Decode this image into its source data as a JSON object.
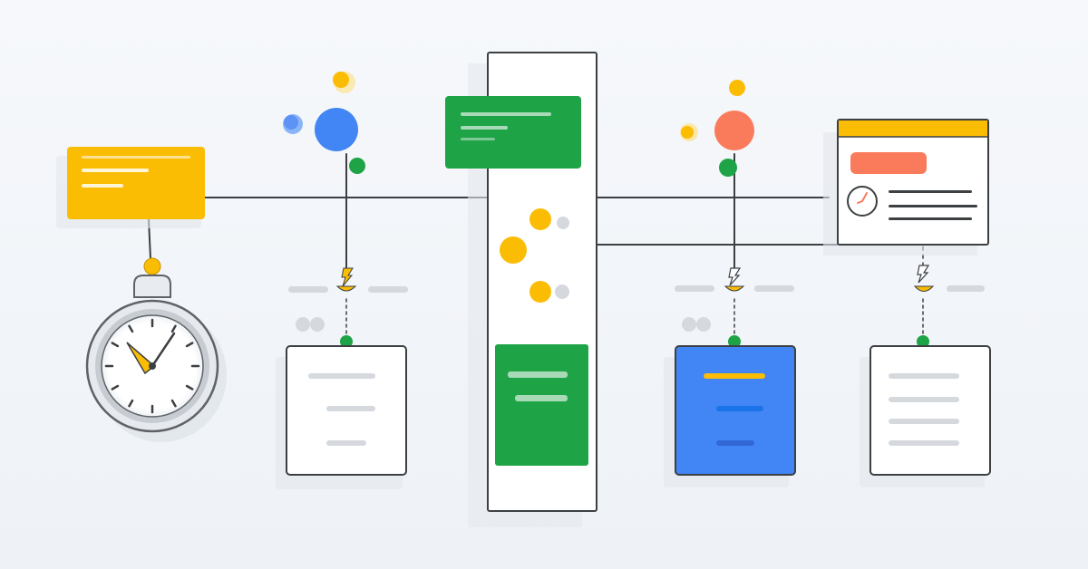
{
  "colors": {
    "background_top": "#f6f8fb",
    "background_bottom": "#eef2f7",
    "connector": "#3c4043",
    "yellow": "#fbbc04",
    "yellow_light": "#fde293",
    "green": "#1ea446",
    "blue": "#4285f4",
    "blue_light": "#8ab4f8",
    "red": "#fa7b5c",
    "gray_placeholder": "#d5d9de",
    "white": "#ffffff"
  },
  "icons": [
    "stopwatch-icon",
    "mini-clock-icon",
    "lightning-trigger-icon"
  ],
  "nodes": [
    {
      "id": "trigger-card",
      "kind": "card",
      "color": "yellow",
      "text_lines": 3
    },
    {
      "id": "stopwatch",
      "kind": "icon",
      "icon": "stopwatch-icon"
    },
    {
      "id": "doc-step-1",
      "kind": "document",
      "color": "white",
      "text_lines": 3
    },
    {
      "id": "central-column",
      "kind": "panel",
      "color": "white"
    },
    {
      "id": "central-top-card",
      "kind": "card",
      "color": "green",
      "text_lines": 3
    },
    {
      "id": "central-bottom-card",
      "kind": "card",
      "color": "green",
      "text_lines": 2
    },
    {
      "id": "doc-step-3",
      "kind": "document",
      "color": "blue",
      "text_lines": 3
    },
    {
      "id": "schedule-window",
      "kind": "window",
      "color": "white",
      "icon": "mini-clock-icon"
    },
    {
      "id": "doc-step-4",
      "kind": "document",
      "color": "white",
      "text_lines": 4
    }
  ]
}
